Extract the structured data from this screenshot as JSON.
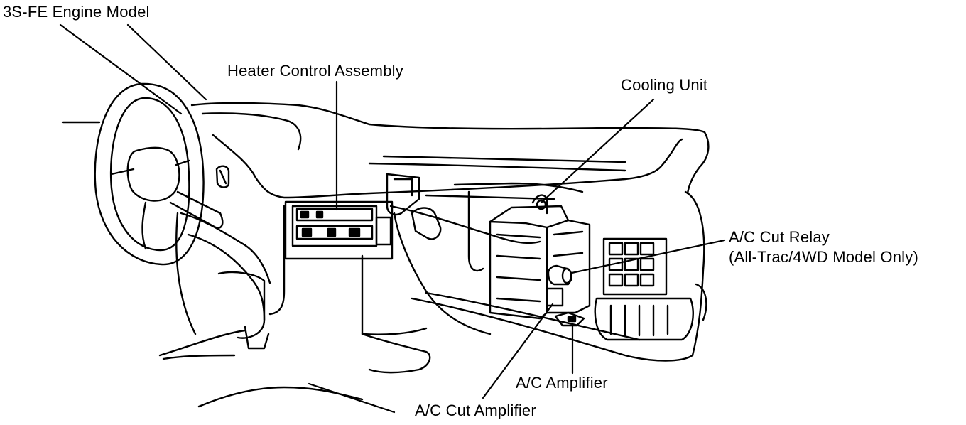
{
  "labels": {
    "engine_model": "3S-FE Engine Model",
    "heater_control": "Heater Control Assembly",
    "cooling_unit": "Cooling Unit",
    "ac_cut_relay_line1": "A/C Cut Relay",
    "ac_cut_relay_line2": "(All-Trac/4WD Model Only)",
    "ac_amplifier": "A/C Amplifier",
    "ac_cut_amplifier": "A/C Cut Amplifier"
  },
  "colors": {
    "ink": "#000000",
    "paper": "#ffffff"
  }
}
